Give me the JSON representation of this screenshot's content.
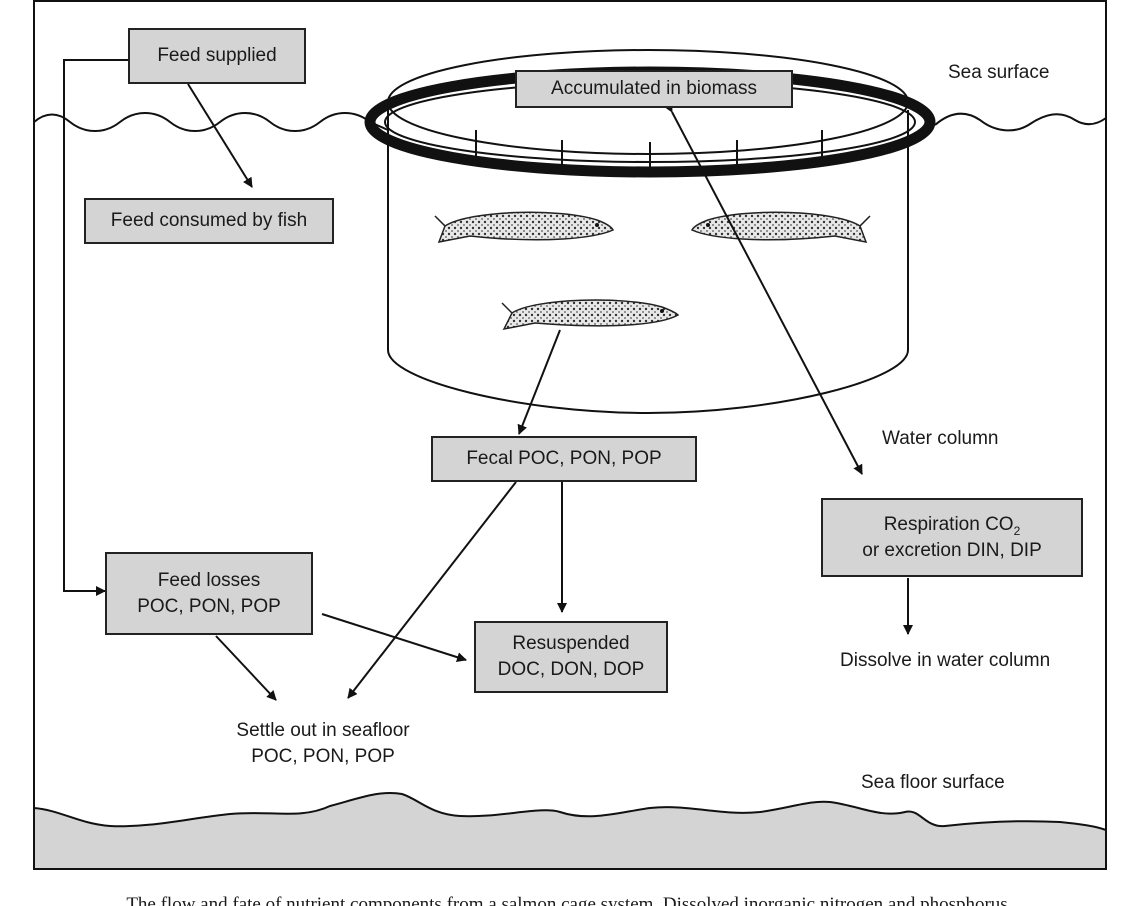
{
  "boxes": {
    "feed_supplied": "Feed supplied",
    "feed_consumed": "Feed consumed by fish",
    "accumulated": "Accumulated in biomass",
    "fecal": "Fecal POC, PON, POP",
    "feed_losses_line1": "Feed losses",
    "feed_losses_line2": "POC, PON, POP",
    "resuspended_line1": "Resuspended",
    "resuspended_line2": "DOC, DON, DOP",
    "respiration_prefix": "Respiration CO",
    "respiration_sub": "2",
    "respiration_line2": "or excretion DIN, DIP"
  },
  "labels": {
    "sea_surface": "Sea surface",
    "water_column": "Water column",
    "dissolve": "Dissolve in water column",
    "settle_line1": "Settle out in seafloor",
    "settle_line2": "POC, PON, POP",
    "sea_floor": "Sea floor surface"
  },
  "caption": "The flow and fate of nutrient components from a salmon cage system. Dissolved inorganic nitrogen and phosphorus"
}
